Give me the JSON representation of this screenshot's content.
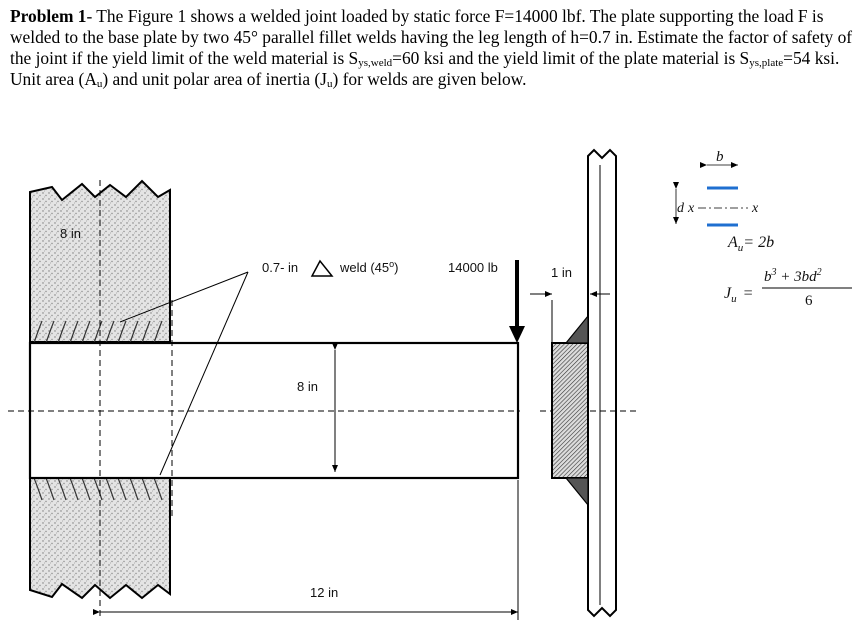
{
  "problem": {
    "heading": "Problem 1",
    "p1": "- The Figure 1 shows a welded joint loaded by static force F=14000 lbf. The plate supporting the load F is welded to the base plate by two 45° parallel fillet welds having the leg length of h=0.7 in. Estimate the factor of safety of the joint if the yield limit of the weld material is S",
    "sub1": "ys,weld",
    "p2": "=60 ksi and the yield limit of the plate material is S",
    "sub2": "ys,plate",
    "p3": "=54 ksi.  Unit area (A",
    "sub3": "u",
    "p4": ") and unit polar area of inertia (J",
    "sub4": "u",
    "p5": ") for welds are given below."
  },
  "figure": {
    "base_height_label": "8 in",
    "weld_label_size": "0.7- in",
    "weld_label_type": "weld (45",
    "weld_label_deg": "o",
    "weld_label_close": ")",
    "force_label": "14000 lb",
    "plate_height_label": "8 in",
    "length_label": "12 in",
    "thickness_label": "1 in"
  },
  "formulas": {
    "b": "b",
    "d": "d",
    "x_left": "x",
    "x_right": "x",
    "au_A": "A",
    "au_sub": "u",
    "au_rhs": "= 2b",
    "ju_J": "J",
    "ju_sub": "u",
    "ju_eq": "=",
    "ju_num_b": "b",
    "ju_num_exp1": "3",
    "ju_num_mid": " + 3bd",
    "ju_num_exp2": "2",
    "ju_den": "6"
  },
  "colors": {
    "weld_line": "#1f6fd0"
  }
}
